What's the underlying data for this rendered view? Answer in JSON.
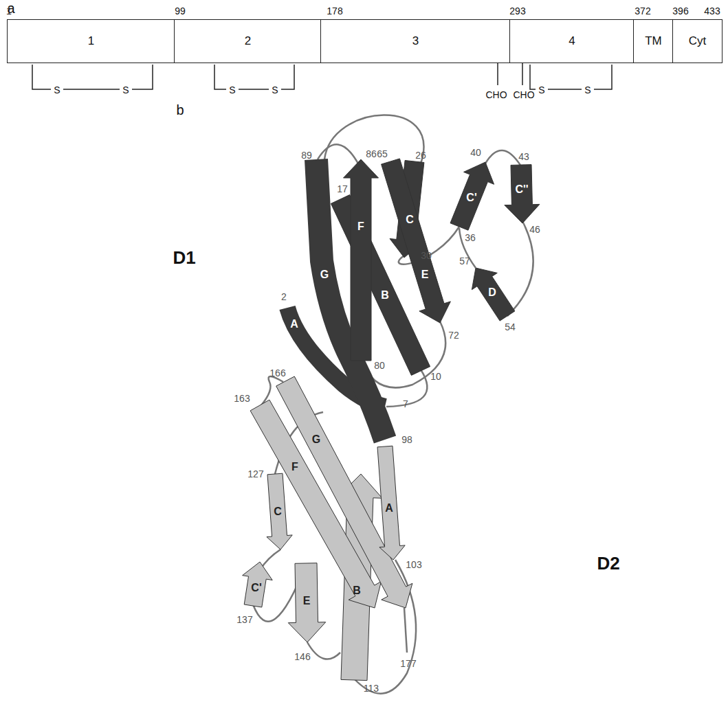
{
  "diagram": {
    "nodes": [
      {
        "text": [
          "1"
        ]
      },
      {
        "text": [
          "2"
        ]
      },
      {
        "text": [
          "3"
        ]
      },
      {
        "text": [
          "4"
        ]
      },
      {
        "text": [
          "TM"
        ]
      },
      {
        "text": [
          "Cyt"
        ]
      }
    ],
    "labels": [
      "a",
      "1",
      "99",
      "178",
      "293",
      "372",
      "396",
      "433",
      "S",
      "S",
      "S",
      "S",
      "S",
      "S",
      "CHO",
      "CHO",
      "b",
      "D1",
      "D2",
      "A",
      "G",
      "F",
      "B",
      "C",
      "E",
      "C'",
      "C''",
      "D",
      "2",
      "89",
      "17",
      "86",
      "65",
      "26",
      "40",
      "43",
      "30",
      "36",
      "46",
      "57",
      "54",
      "72",
      "80",
      "10",
      "7",
      "98",
      "F",
      "G",
      "C",
      "C'",
      "E",
      "B",
      "A",
      "166",
      "163",
      "127",
      "137",
      "146",
      "113",
      "103",
      "177"
    ]
  }
}
